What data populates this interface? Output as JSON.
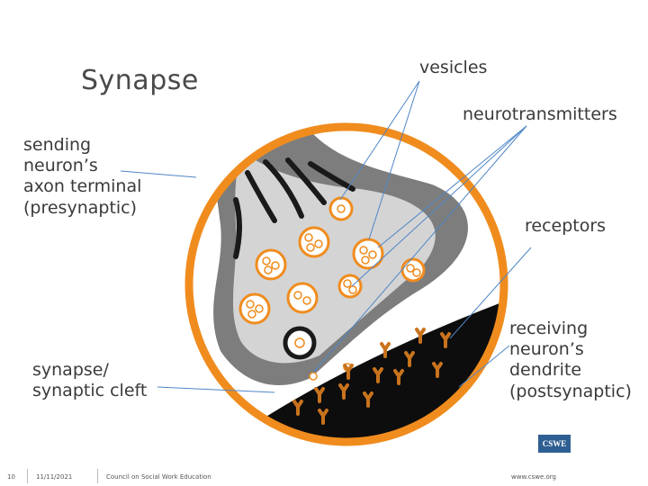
{
  "slide": {
    "title": "Synapse",
    "labels": {
      "vesicles": "vesicles",
      "neurotransmitters": "neurotransmitters",
      "sending": "sending\nneuron’s\naxon terminal\n(presynaptic)",
      "receptors": "receptors",
      "receiving": "receiving\nneuron’s\ndendrite\n(postsynaptic)",
      "cleft": "synapse/\nsynaptic cleft"
    },
    "footer": {
      "page": "10",
      "date": "11/11/2021",
      "org": "Council on Social Work Education",
      "url": "www.cswe.org"
    },
    "logo_text": "CSWE"
  },
  "colors": {
    "ring": "#f08c1e",
    "terminal": "#7d7d7d",
    "terminal_inner": "#d4d4d4",
    "vesicle": "#f08c1e",
    "dendrite": "#0d0d0d",
    "receptor": "#c9731d",
    "label_line": "#4f86c6"
  }
}
